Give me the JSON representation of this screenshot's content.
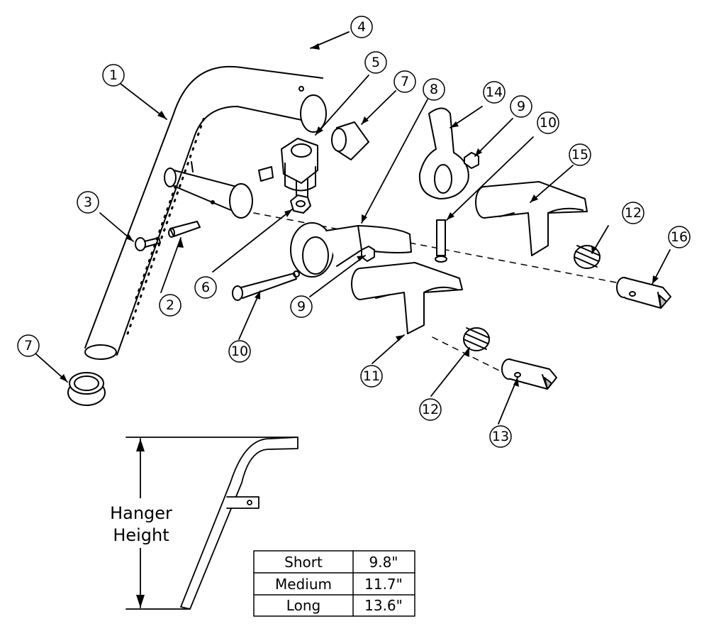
{
  "callouts": [
    {
      "number": "1",
      "part": "hanger-tube"
    },
    {
      "number": "2",
      "part": "pin"
    },
    {
      "number": "3",
      "part": "screw"
    },
    {
      "number": "4",
      "part": "bolt"
    },
    {
      "number": "5",
      "part": "clamp-body"
    },
    {
      "number": "6",
      "part": "nut"
    },
    {
      "number": "7",
      "part": "end-cap"
    },
    {
      "number": "7",
      "part": "end-cap"
    },
    {
      "number": "8",
      "part": "release-lever"
    },
    {
      "number": "9",
      "part": "nut"
    },
    {
      "number": "9",
      "part": "nut"
    },
    {
      "number": "10",
      "part": "bolt"
    },
    {
      "number": "10",
      "part": "bolt"
    },
    {
      "number": "11",
      "part": "receiver"
    },
    {
      "number": "12",
      "part": "spring"
    },
    {
      "number": "12",
      "part": "spring"
    },
    {
      "number": "13",
      "part": "plunger"
    },
    {
      "number": "14",
      "part": "release-lever"
    },
    {
      "number": "15",
      "part": "receiver"
    },
    {
      "number": "16",
      "part": "plunger"
    }
  ],
  "dimension": {
    "label_line1": "Hanger",
    "label_line2": "Height"
  },
  "height_table": {
    "rows": [
      {
        "size": "Short",
        "height": "9.8\""
      },
      {
        "size": "Medium",
        "height": "11.7\""
      },
      {
        "size": "Long",
        "height": "13.6\""
      }
    ]
  },
  "colors": {
    "line": "#000000",
    "background": "#ffffff",
    "shade": "#bfbfbf"
  }
}
